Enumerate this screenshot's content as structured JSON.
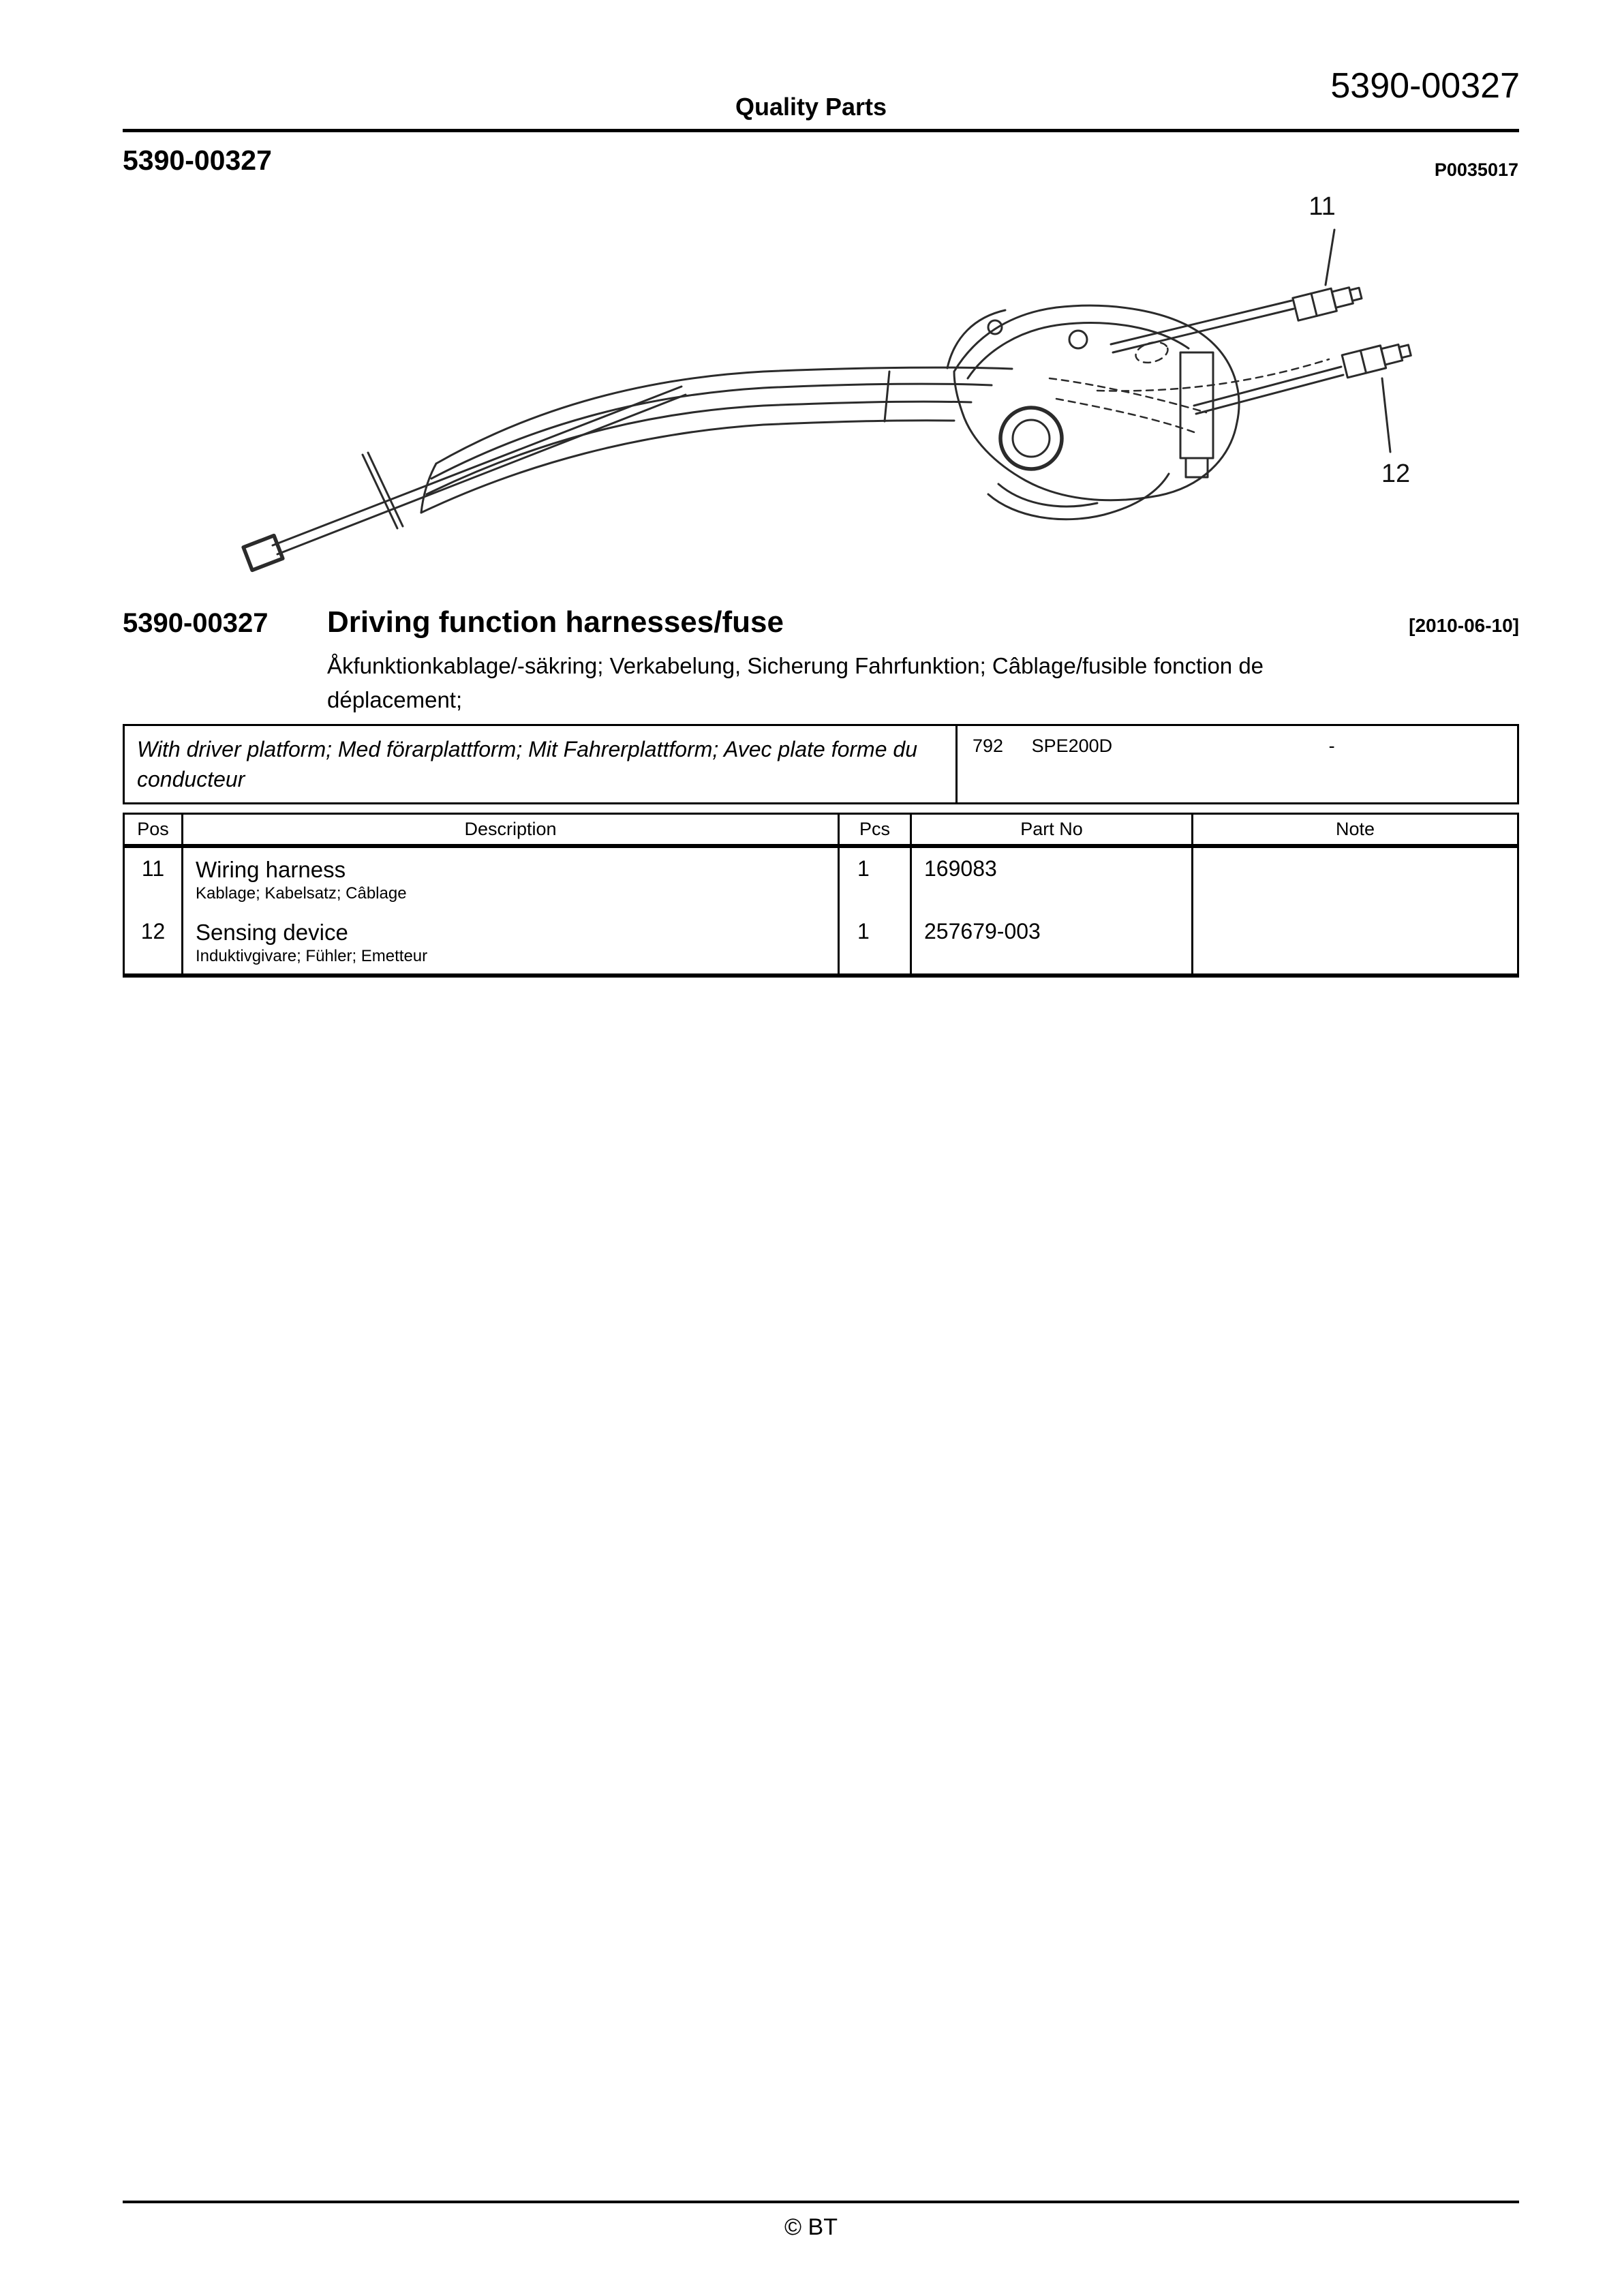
{
  "header": {
    "center_title": "Quality Parts",
    "doc_number": "5390-00327"
  },
  "subheader": {
    "left_code": "5390-00327",
    "right_code": "P0035017"
  },
  "figure": {
    "callout_upper": "11",
    "callout_lower": "12"
  },
  "section": {
    "code": "5390-00327",
    "title": "Driving function harnesses/fuse",
    "date": "[2010-06-10]",
    "subtitle_lines": [
      "Åkfunktionkablage/-säkring; Verkabelung, Sicherung Fahrfunktion; Câblage/fusible fonction de",
      "déplacement;"
    ]
  },
  "table": {
    "variant": {
      "description": "With driver platform; Med förarplattform; Mit Fahrerplattform; Avec plate forme du conducteur",
      "code_a": "792",
      "code_b": "SPE200D",
      "code_c": "-"
    },
    "columns": [
      "Pos",
      "Description",
      "Pcs",
      "Part No",
      "Note"
    ],
    "rows": [
      {
        "pos": "11",
        "description": "Wiring harness",
        "description_sub": "Kablage; Kabelsatz; Câblage",
        "pcs": "1",
        "part_no": "169083",
        "note": ""
      },
      {
        "pos": "12",
        "description": "Sensing device",
        "description_sub": "Induktivgivare; Fühler; Emetteur",
        "pcs": "1",
        "part_no": "257679-003",
        "note": ""
      }
    ]
  },
  "footer": {
    "copyright": "© BT"
  }
}
